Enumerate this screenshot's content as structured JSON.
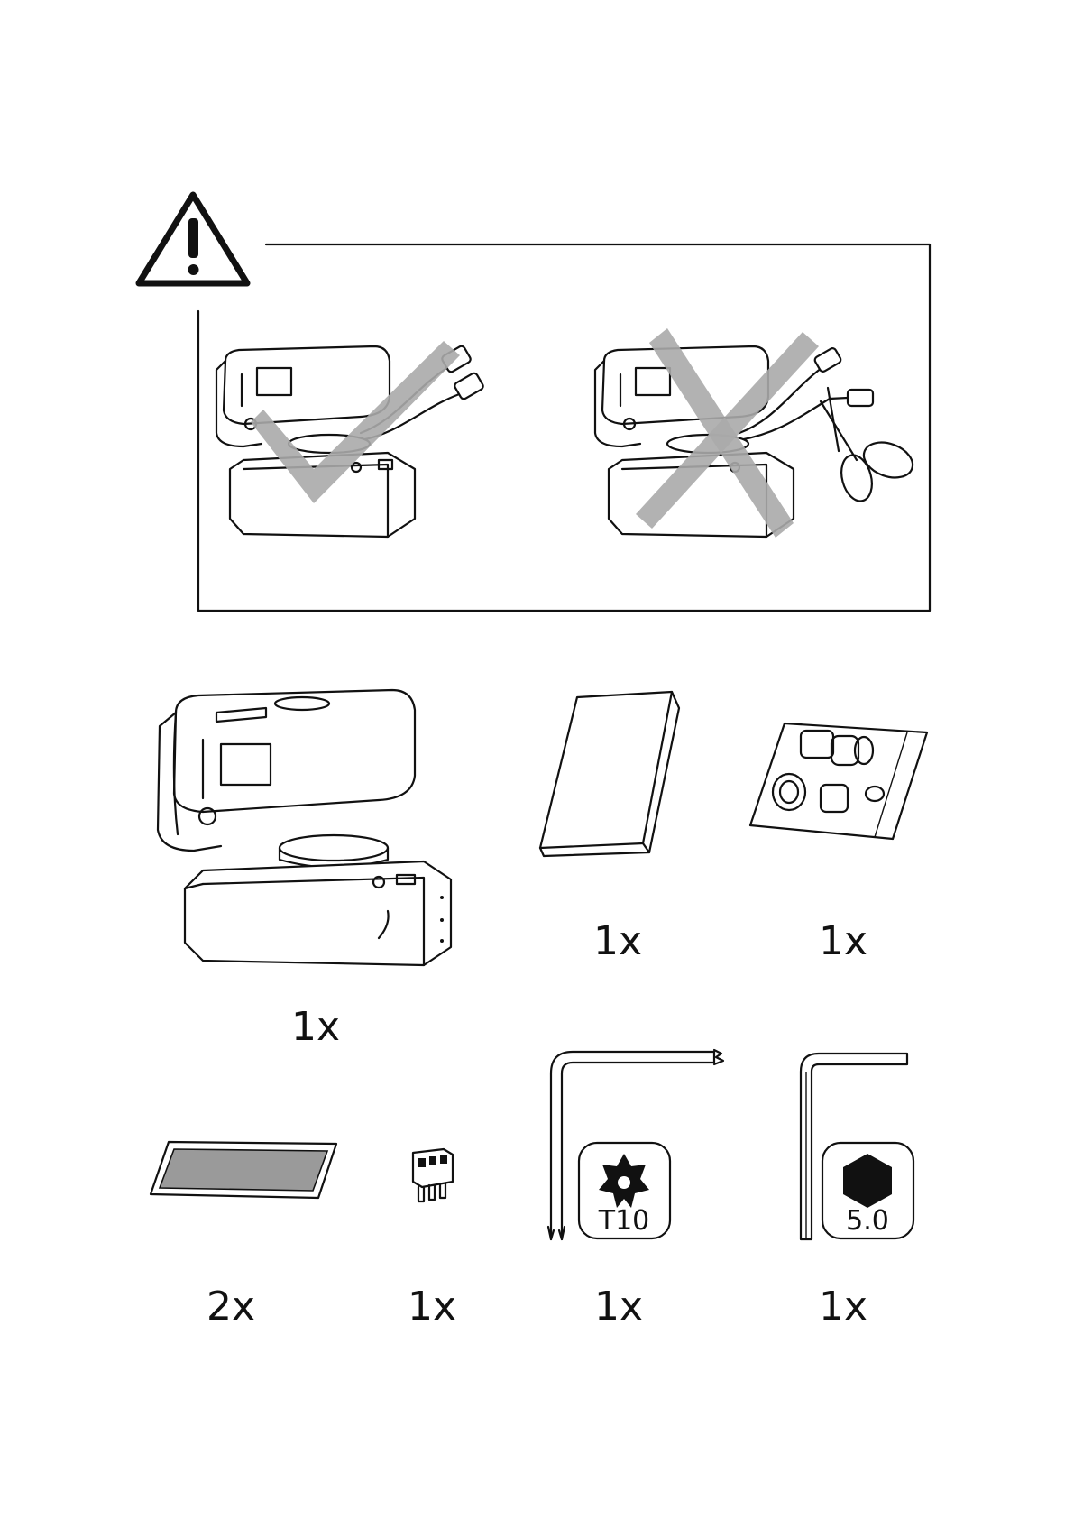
{
  "warning": {
    "icon": "warning-triangle-icon",
    "correct_mark": "check-mark-icon",
    "wrong_mark": "cross-mark-icon",
    "tool": "scissors-icon"
  },
  "contents": {
    "camera_qty": "1x",
    "manual_qty": "1x",
    "gland_kit_qty": "1x",
    "gasket_qty": "2x",
    "terminal_block_qty": "1x",
    "torx_key_qty": "1x",
    "hex_key_qty": "1x",
    "torx_key_label": "T10",
    "hex_key_label": "5.0"
  },
  "colors": {
    "line": "#111111",
    "mark_gray": "#aaaaaa",
    "gasket_fill": "#9a9a9a"
  }
}
